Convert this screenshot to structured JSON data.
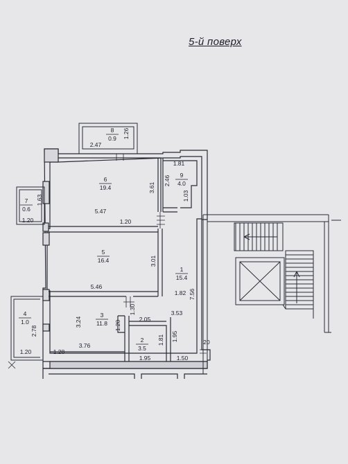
{
  "floor_title": "5-й поверх",
  "rooms": [
    {
      "num": "1",
      "area": "15.4"
    },
    {
      "num": "2",
      "area": "3.5"
    },
    {
      "num": "3",
      "area": "11.8"
    },
    {
      "num": "4",
      "area": "1.0"
    },
    {
      "num": "5",
      "area": "16.4"
    },
    {
      "num": "6",
      "area": "19.4"
    },
    {
      "num": "7",
      "area": "0.6"
    },
    {
      "num": "8",
      "area": "0.9"
    },
    {
      "num": "9",
      "area": "4.0"
    }
  ],
  "dimensions": [
    "1.26",
    "2.47",
    "3.61",
    "5.47",
    "1.20",
    "1.63",
    "1.20",
    "2.46",
    "1.81",
    "1.03",
    "3.01",
    "5.46",
    "1.82",
    "7.56",
    "3.53",
    "1.30",
    "3.24",
    "1.20",
    "2.05",
    "1.81",
    "1.95",
    "2.78",
    "1.20",
    "1.28",
    "3.76",
    "1.95",
    "1.50",
    "20"
  ]
}
